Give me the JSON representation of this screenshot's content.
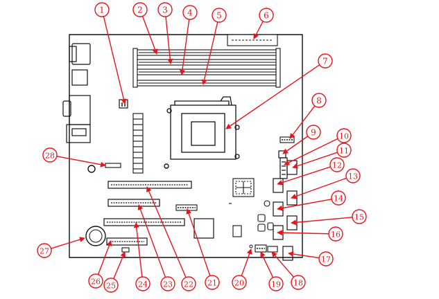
{
  "callouts": [
    {
      "label": "1"
    },
    {
      "label": "2"
    },
    {
      "label": "3"
    },
    {
      "label": "4"
    },
    {
      "label": "5"
    },
    {
      "label": "6"
    },
    {
      "label": "7"
    },
    {
      "label": "8"
    },
    {
      "label": "9"
    },
    {
      "label": "10"
    },
    {
      "label": "11"
    },
    {
      "label": "12"
    },
    {
      "label": "13"
    },
    {
      "label": "14"
    },
    {
      "label": "15"
    },
    {
      "label": "16"
    },
    {
      "label": "17"
    },
    {
      "label": "18"
    },
    {
      "label": "19"
    },
    {
      "label": "20"
    },
    {
      "label": "21"
    },
    {
      "label": "22"
    },
    {
      "label": "23"
    },
    {
      "label": "24"
    },
    {
      "label": "25"
    },
    {
      "label": "26"
    },
    {
      "label": "27"
    },
    {
      "label": "28"
    }
  ],
  "colors": {
    "callout": "#e8141a",
    "outline": "#111111"
  }
}
